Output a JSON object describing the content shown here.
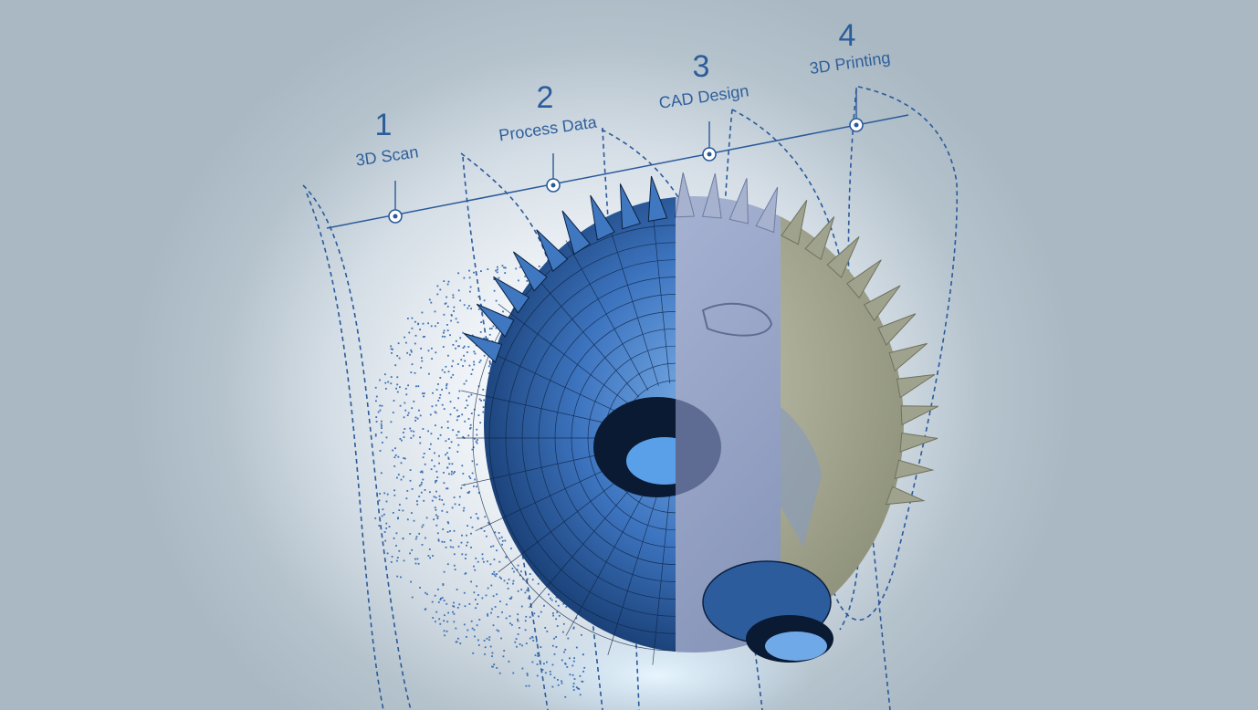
{
  "steps": [
    {
      "number": "1",
      "label": "3D Scan"
    },
    {
      "number": "2",
      "label": "Process Data"
    },
    {
      "number": "3",
      "label": "CAD Design"
    },
    {
      "number": "4",
      "label": "3D Printing"
    }
  ],
  "colors": {
    "timeline": "#2a5a9a",
    "mesh_blue": "#3f78c0",
    "cad_gray": "#8f9fc0",
    "printed_tan": "#a8aa94",
    "point_cloud": "#3a6fb5"
  }
}
